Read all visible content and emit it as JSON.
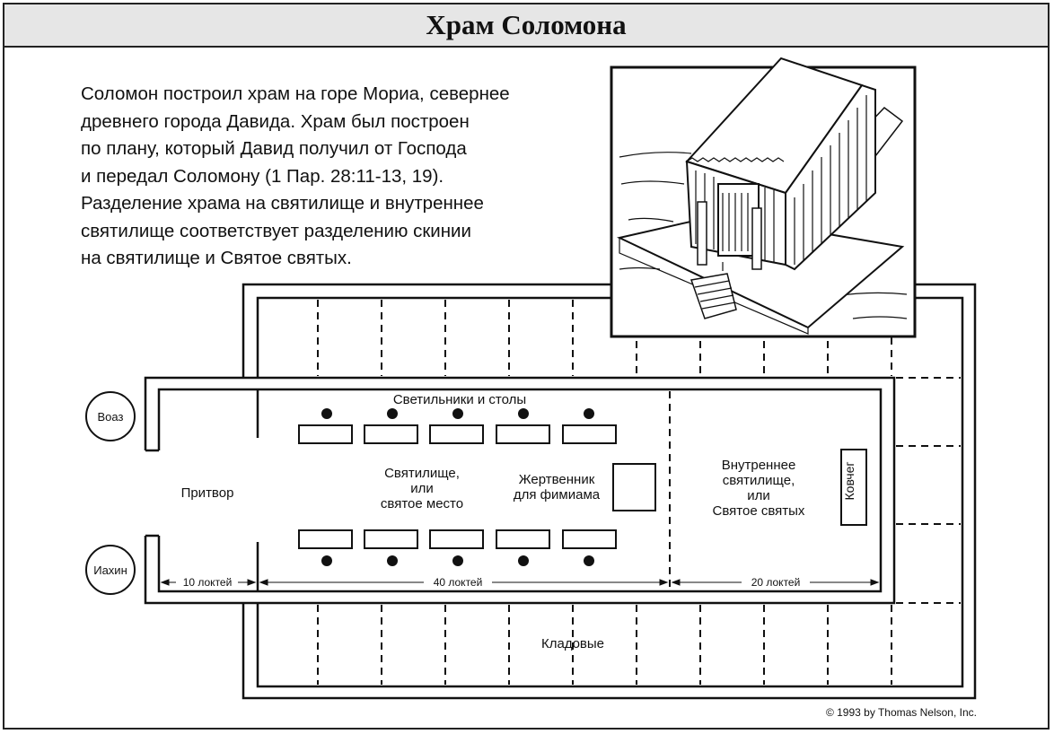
{
  "title": "Храм Соломона",
  "intro_lines": [
    "Соломон построил храм на горе Мориа, севернее",
    "древнего города Давида. Храм был построен",
    "по плану, который Давид получил от Господа",
    "и передал Соломону (1 Пар. 28:11-13, 19).",
    "Разделение храма на святилище и внутреннее",
    "святилище соответствует разделению скинии",
    "на святилище и Святое святых."
  ],
  "labels": {
    "boaz": "Воаз",
    "jachin": "Иахин",
    "porch": "Притвор",
    "lamps_tables": "Светильники и столы",
    "holy_place": [
      "Святилище,",
      "или",
      "святое место"
    ],
    "altar": [
      "Жертвенник",
      "для фимиама"
    ],
    "inner_sanctuary": [
      "Внутреннее",
      "святилище,",
      "или",
      "Святое святых"
    ],
    "ark": "Ковчег",
    "storerooms": "Кладовые"
  },
  "dimensions": {
    "porch": "10 локтей",
    "holy_place": "40 локтей",
    "inner_sanctuary": "20 локтей"
  },
  "copyright": "© 1993 by Thomas Nelson, Inc.",
  "illustration": "temple-illustration"
}
